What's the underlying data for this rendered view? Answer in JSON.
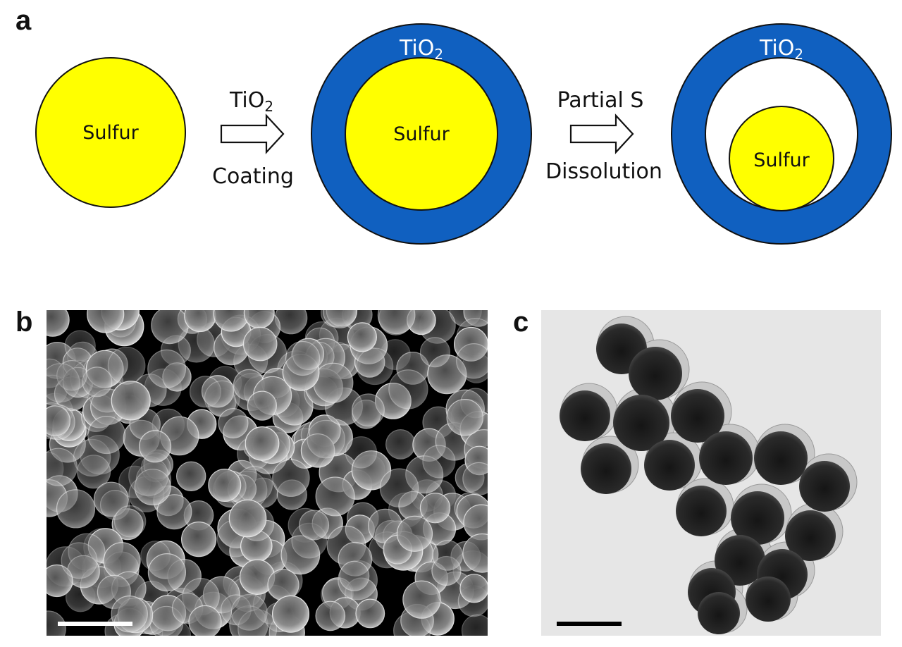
{
  "figure": {
    "panels": {
      "a": "a",
      "b": "b",
      "c": "c"
    },
    "schematic": {
      "core_label": "Sulfur",
      "shell_label_main": "TiO",
      "shell_label_sub": "2",
      "step1_top_main": "TiO",
      "step1_top_sub": "2",
      "step1_bottom": "Coating",
      "step2_top": "Partial S",
      "step2_bottom": "Dissolution"
    },
    "colors": {
      "sulfur": "#ffff00",
      "tio2_shell": "#1060c0",
      "sem_background": "#000000",
      "tem_background": "#e6e6e6"
    }
  }
}
